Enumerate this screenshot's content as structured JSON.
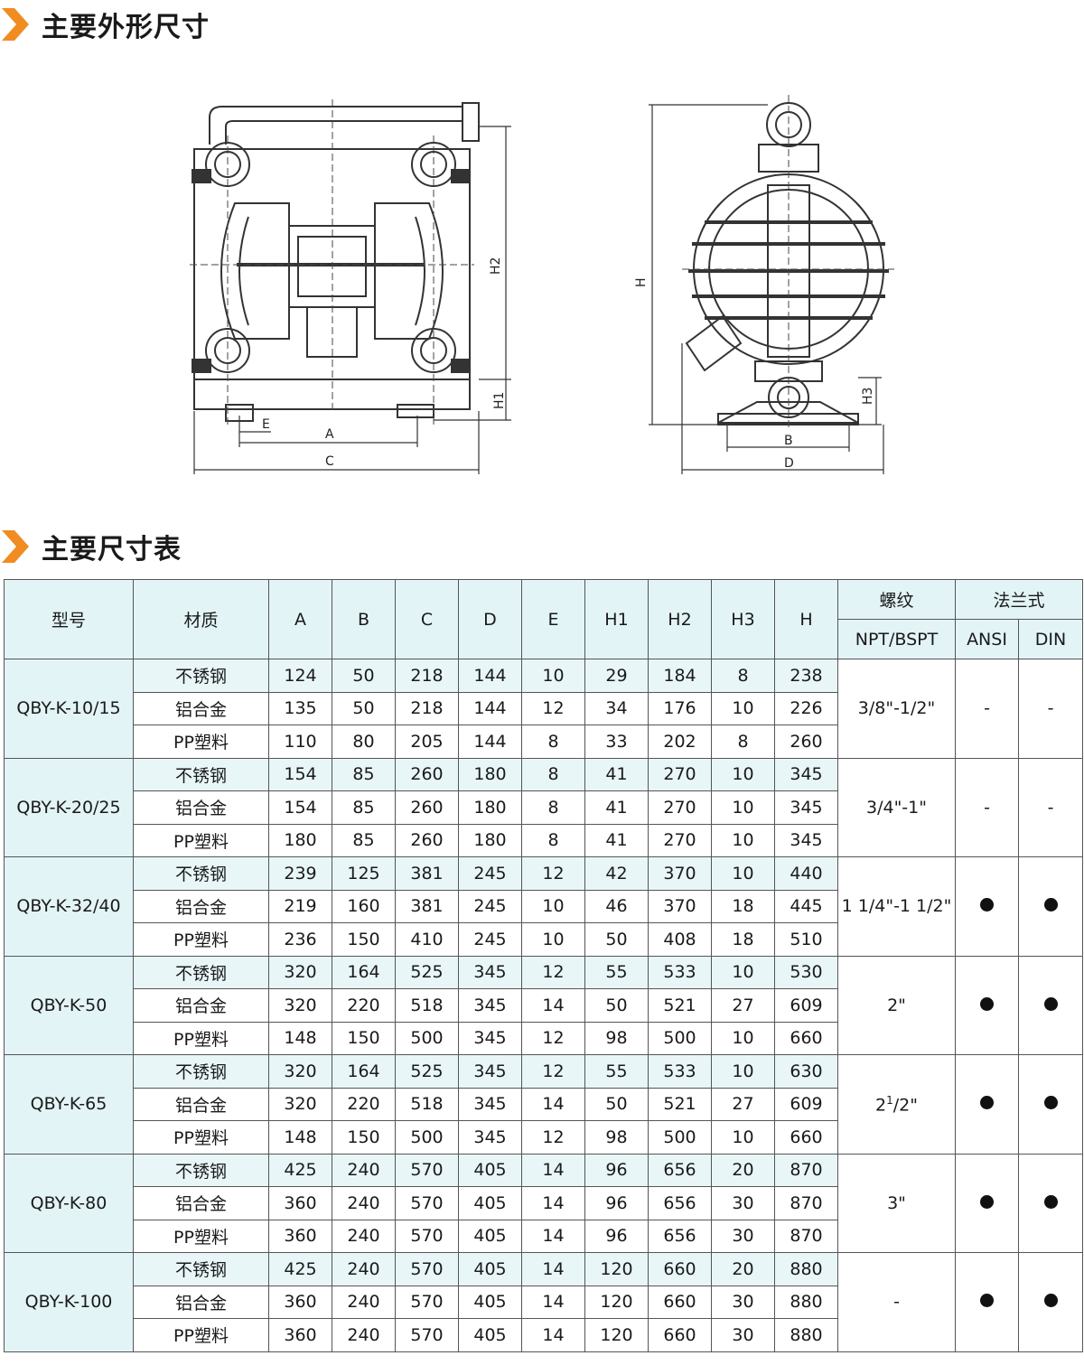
{
  "headings": {
    "dimensions_title": "主要外形尺寸",
    "table_title": "主要尺寸表"
  },
  "drawing_labels": {
    "front": {
      "A": "A",
      "C": "C",
      "E": "E",
      "H1": "H1",
      "H2": "H2"
    },
    "side": {
      "B": "B",
      "D": "D",
      "H": "H",
      "H3": "H3"
    }
  },
  "table": {
    "headers": {
      "model": "型号",
      "material": "材质",
      "dims": [
        "A",
        "B",
        "C",
        "D",
        "E",
        "H1",
        "H2",
        "H3",
        "H"
      ],
      "thread_group": "螺纹",
      "thread_sub": "NPT/BSPT",
      "flange_group": "法兰式",
      "flange_ansi": "ANSI",
      "flange_din": "DIN"
    },
    "groups": [
      {
        "model": "QBY-K-10/15",
        "thread": "3/8\"-1/2\"",
        "ansi": "-",
        "din": "-",
        "rows": [
          {
            "material": "不锈钢",
            "values": [
              "124",
              "50",
              "218",
              "144",
              "10",
              "29",
              "184",
              "8",
              "238"
            ]
          },
          {
            "material": "铝合金",
            "values": [
              "135",
              "50",
              "218",
              "144",
              "12",
              "34",
              "176",
              "10",
              "226"
            ]
          },
          {
            "material": "PP塑料",
            "values": [
              "110",
              "80",
              "205",
              "144",
              "8",
              "33",
              "202",
              "8",
              "260"
            ]
          }
        ]
      },
      {
        "model": "QBY-K-20/25",
        "thread": "3/4\"-1\"",
        "ansi": "-",
        "din": "-",
        "rows": [
          {
            "material": "不锈钢",
            "values": [
              "154",
              "85",
              "260",
              "180",
              "8",
              "41",
              "270",
              "10",
              "345"
            ]
          },
          {
            "material": "铝合金",
            "values": [
              "154",
              "85",
              "260",
              "180",
              "8",
              "41",
              "270",
              "10",
              "345"
            ]
          },
          {
            "material": "PP塑料",
            "values": [
              "180",
              "85",
              "260",
              "180",
              "8",
              "41",
              "270",
              "10",
              "345"
            ]
          }
        ]
      },
      {
        "model": "QBY-K-32/40",
        "thread": "1 1/4\"-1 1/2\"",
        "ansi": "●",
        "din": "●",
        "rows": [
          {
            "material": "不锈钢",
            "values": [
              "239",
              "125",
              "381",
              "245",
              "12",
              "42",
              "370",
              "10",
              "440"
            ]
          },
          {
            "material": "铝合金",
            "values": [
              "219",
              "160",
              "381",
              "245",
              "10",
              "46",
              "370",
              "18",
              "445"
            ]
          },
          {
            "material": "PP塑料",
            "values": [
              "236",
              "150",
              "410",
              "245",
              "10",
              "50",
              "408",
              "18",
              "510"
            ]
          }
        ]
      },
      {
        "model": "QBY-K-50",
        "thread": "2\"",
        "ansi": "●",
        "din": "●",
        "rows": [
          {
            "material": "不锈钢",
            "values": [
              "320",
              "164",
              "525",
              "345",
              "12",
              "55",
              "533",
              "10",
              "530"
            ]
          },
          {
            "material": "铝合金",
            "values": [
              "320",
              "220",
              "518",
              "345",
              "14",
              "50",
              "521",
              "27",
              "609"
            ]
          },
          {
            "material": "PP塑料",
            "values": [
              "148",
              "150",
              "500",
              "345",
              "12",
              "98",
              "500",
              "10",
              "660"
            ]
          }
        ]
      },
      {
        "model": "QBY-K-65",
        "thread": "21/2\"",
        "ansi": "●",
        "din": "●",
        "rows": [
          {
            "material": "不锈钢",
            "values": [
              "320",
              "164",
              "525",
              "345",
              "12",
              "55",
              "533",
              "10",
              "630"
            ]
          },
          {
            "material": "铝合金",
            "values": [
              "320",
              "220",
              "518",
              "345",
              "14",
              "50",
              "521",
              "27",
              "609"
            ]
          },
          {
            "material": "PP塑料",
            "values": [
              "148",
              "150",
              "500",
              "345",
              "12",
              "98",
              "500",
              "10",
              "660"
            ]
          }
        ]
      },
      {
        "model": "QBY-K-80",
        "thread": "3\"",
        "ansi": "●",
        "din": "●",
        "rows": [
          {
            "material": "不锈钢",
            "values": [
              "425",
              "240",
              "570",
              "405",
              "14",
              "96",
              "656",
              "20",
              "870"
            ]
          },
          {
            "material": "铝合金",
            "values": [
              "360",
              "240",
              "570",
              "405",
              "14",
              "96",
              "656",
              "30",
              "870"
            ]
          },
          {
            "material": "PP塑料",
            "values": [
              "360",
              "240",
              "570",
              "405",
              "14",
              "96",
              "656",
              "30",
              "870"
            ]
          }
        ]
      },
      {
        "model": "QBY-K-100",
        "thread": "-",
        "ansi": "●",
        "din": "●",
        "rows": [
          {
            "material": "不锈钢",
            "values": [
              "425",
              "240",
              "570",
              "405",
              "14",
              "120",
              "660",
              "20",
              "880"
            ]
          },
          {
            "material": "铝合金",
            "values": [
              "360",
              "240",
              "570",
              "405",
              "14",
              "120",
              "660",
              "30",
              "880"
            ]
          },
          {
            "material": "PP塑料",
            "values": [
              "360",
              "240",
              "570",
              "405",
              "14",
              "120",
              "660",
              "30",
              "880"
            ]
          }
        ]
      }
    ]
  }
}
